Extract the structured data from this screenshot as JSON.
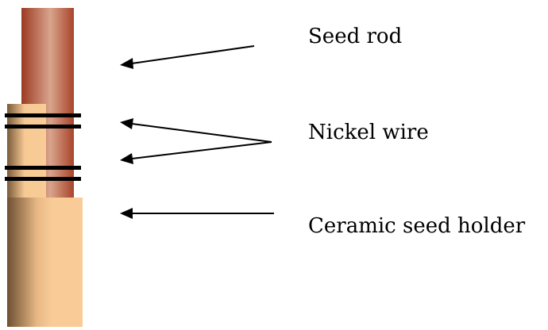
{
  "labels": {
    "seed_rod": "Seed rod",
    "nickel_wire": "Nickel wire",
    "ceramic_seed_holder": "Ceramic seed holder"
  },
  "colors": {
    "seed_rod_dark": "#a8442a",
    "seed_rod_light": "#d7a08a",
    "ceramic_dark": "#6e4f32",
    "ceramic_light": "#f8c893",
    "wire": "#000000"
  }
}
